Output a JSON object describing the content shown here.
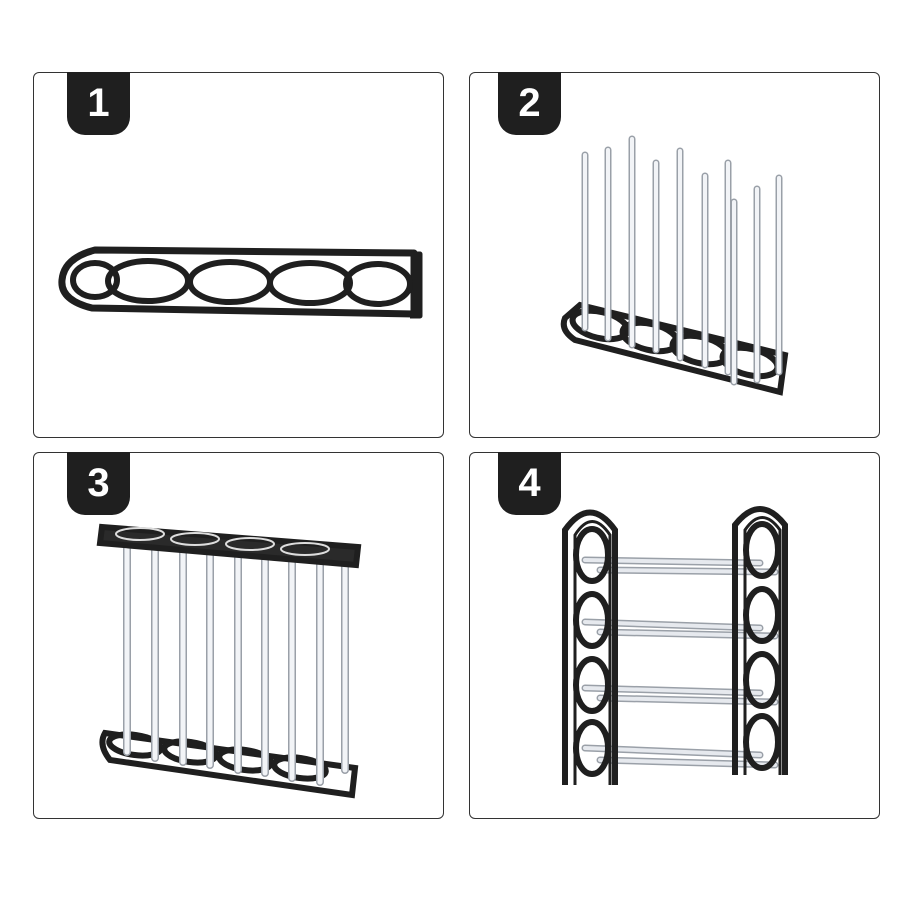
{
  "steps": [
    {
      "number": "1"
    },
    {
      "number": "2"
    },
    {
      "number": "3"
    },
    {
      "number": "4"
    }
  ],
  "colors": {
    "frame": "#1f1f1f",
    "rod": "#f2f4f7",
    "badge": "#1f1f1f"
  }
}
